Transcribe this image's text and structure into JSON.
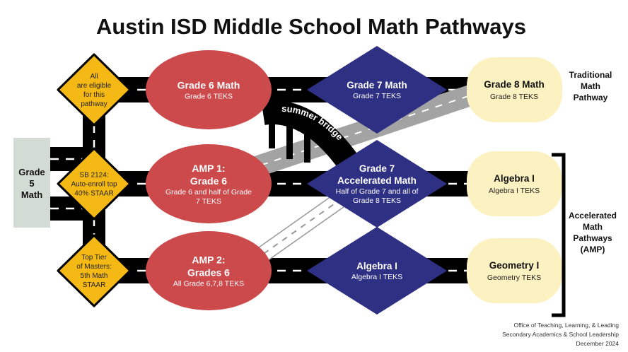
{
  "title": "Austin ISD Middle School Math Pathways",
  "start": {
    "line1": "Grade",
    "line2": "5",
    "line3": "Math"
  },
  "signs": [
    {
      "lines": [
        "All",
        "are eligible",
        "for this",
        "pathway"
      ]
    },
    {
      "lines": [
        "SB 2124:",
        "Auto-enroll top",
        "40% STAAR"
      ]
    },
    {
      "lines": [
        "Top Tier",
        "of Masters:",
        "5th Math",
        "STAAR"
      ]
    }
  ],
  "grade6": [
    {
      "title": [
        "Grade 6 Math"
      ],
      "sub": [
        "Grade 6 TEKS"
      ]
    },
    {
      "title": [
        "AMP 1:",
        "Grade 6"
      ],
      "sub": [
        "Grade 6 and half of Grade",
        "7 TEKS"
      ]
    },
    {
      "title": [
        "AMP 2:",
        "Grades 6"
      ],
      "sub": [
        "All Grade 6,7,8 TEKS"
      ]
    }
  ],
  "grade7": [
    {
      "title": [
        "Grade 7 Math"
      ],
      "sub": [
        "Grade 7 TEKS"
      ]
    },
    {
      "title": [
        "Grade 7",
        "Accelerated Math"
      ],
      "sub": [
        "Half of Grade 7 and all of",
        "Grade 8 TEKS"
      ]
    },
    {
      "title": [
        "Algebra I"
      ],
      "sub": [
        "Algebra I TEKS"
      ]
    }
  ],
  "grade8": [
    {
      "title": "Grade 8 Math",
      "sub": "Grade 8 TEKS"
    },
    {
      "title": "Algebra  I",
      "sub": "Algebra I TEKS"
    },
    {
      "title": "Geometry I",
      "sub": "Geometry TEKS"
    }
  ],
  "bridge_label": "summer bridge",
  "traditional_label": [
    "Traditional",
    "Math",
    "Pathway"
  ],
  "accelerated_label": [
    "Accelerated",
    "Math",
    "Pathways",
    "(AMP)"
  ],
  "footer": [
    "Office of Teaching, Learning, & Leading",
    "Secondary Academics & School Leadership",
    "December 2024"
  ],
  "colors": {
    "grade6": "#cc4a4b",
    "grade7": "#2e3083",
    "grade8": "#fcf1c0",
    "sign": "#f5b915",
    "road": "#000000",
    "start": "#d3dbd5"
  }
}
